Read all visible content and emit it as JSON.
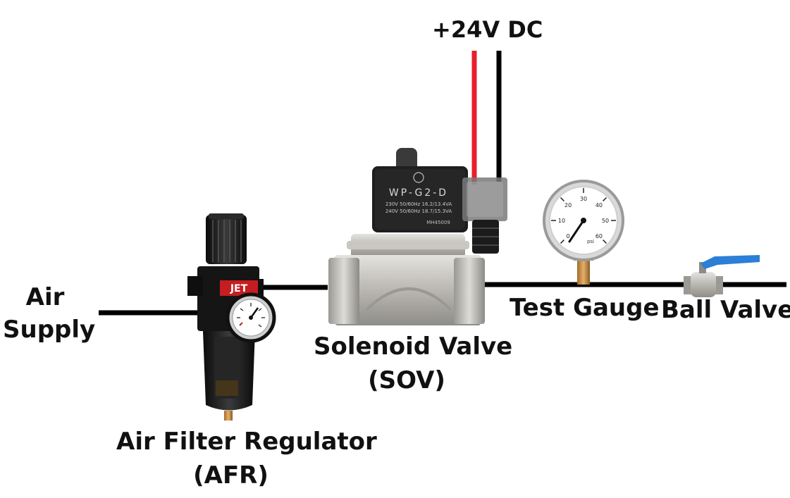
{
  "labels": {
    "voltage": "+24V DC",
    "air_supply_line1": "Air",
    "air_supply_line2": "Supply",
    "afr_line1": "Air Filter Regulator",
    "afr_line2": "(AFR)",
    "sov_line1": "Solenoid Valve",
    "sov_line2": "(SOV)",
    "test_gauge": "Test Gauge",
    "ball_valve": "Ball Valve"
  },
  "devices": {
    "solenoid_model": "WP-G2-D",
    "solenoid_spec_1": "230V 50/60Hz 16.2/13.4VA",
    "solenoid_spec_2": "240V 50/60Hz 18.7/15.3VA",
    "solenoid_cert": "MH45009",
    "afr_brand": "JET"
  },
  "gauge_scale": [
    "0",
    "10",
    "20",
    "30",
    "40",
    "50",
    "60"
  ],
  "gauge_unit": "psi",
  "colors": {
    "wire_positive": "#e5202a",
    "wire_negative": "#000000",
    "pipe": "#000000",
    "valve_body": "#b9b7b0",
    "coil": "#222222",
    "gauge_needle": "#111111",
    "ball_valve_handle": "#2b7fd6"
  }
}
